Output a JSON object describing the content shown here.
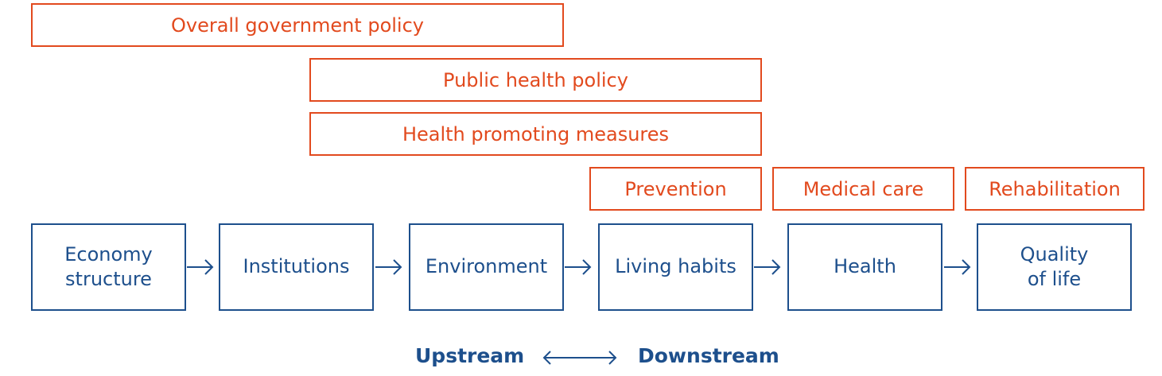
{
  "colors": {
    "policy": "#e24a1e",
    "stage": "#1d4f8c",
    "background": "#ffffff"
  },
  "policies": [
    {
      "label": "Overall government policy"
    },
    {
      "label": "Public health policy"
    },
    {
      "label": "Health promoting measures"
    },
    {
      "label": "Prevention"
    },
    {
      "label": "Medical care"
    },
    {
      "label": "Rehabilitation"
    }
  ],
  "stages": [
    {
      "label": "Economy\nstructure"
    },
    {
      "label": "Institutions"
    },
    {
      "label": "Environment"
    },
    {
      "label": "Living habits"
    },
    {
      "label": "Health"
    },
    {
      "label": "Quality\nof life"
    }
  ],
  "flow": {
    "upstream": "Upstream",
    "downstream": "Downstream",
    "arrow_icon": "double-headed-arrow"
  },
  "stage_arrow_icon": "right-arrow"
}
